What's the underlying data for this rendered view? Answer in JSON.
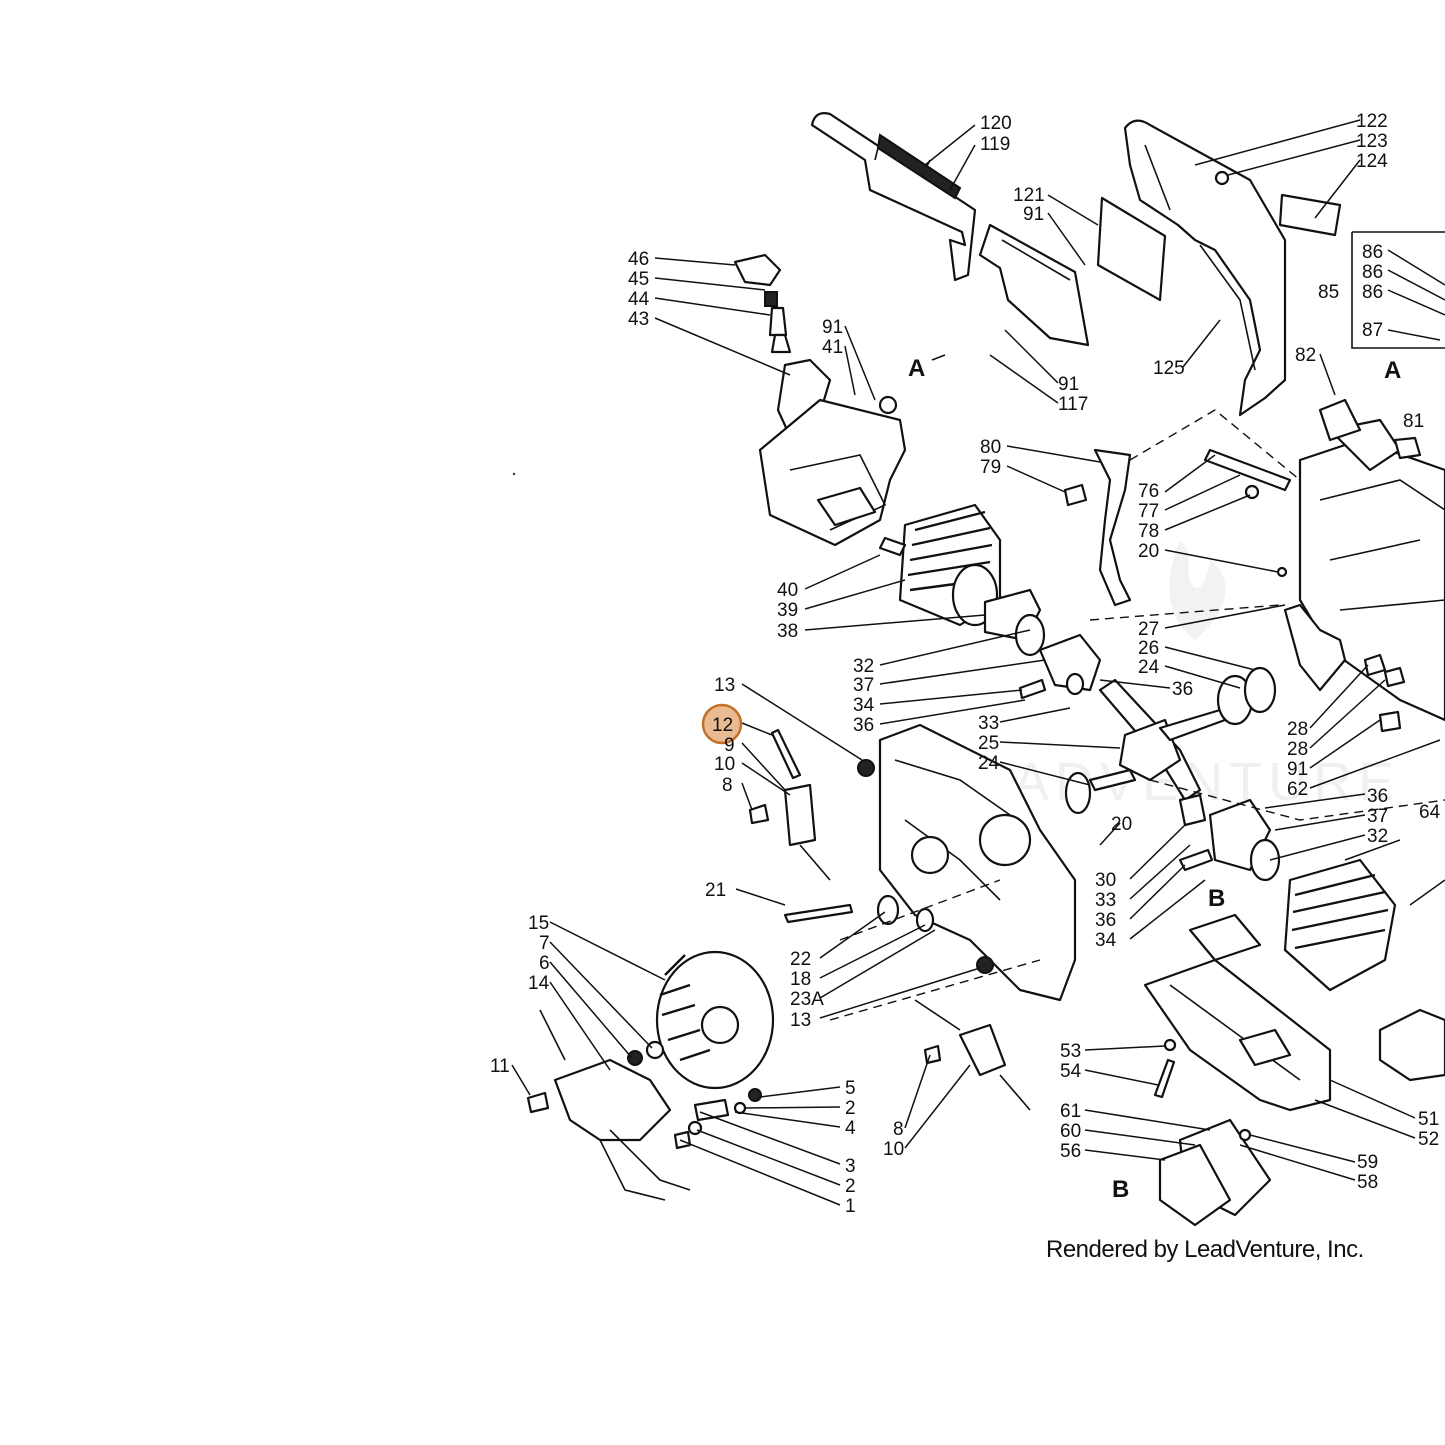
{
  "diagram": {
    "section_labels": [
      "A",
      "A",
      "B",
      "B"
    ],
    "highlighted_callout": "12",
    "watermark_text": "LEADVENTURE",
    "callouts": [
      "120",
      "119",
      "122",
      "123",
      "124",
      "121",
      "91",
      "86",
      "86",
      "85",
      "86",
      "87",
      "46",
      "45",
      "44",
      "43",
      "91",
      "41",
      "A",
      "91",
      "117",
      "125",
      "82",
      "A",
      "81",
      "80",
      "79",
      "76",
      "77",
      "78",
      "20",
      "40",
      "39",
      "38",
      "27",
      "26",
      "24",
      "32",
      "37",
      "34",
      "36",
      "36",
      "13",
      "12",
      "9",
      "10",
      "8",
      "33",
      "25",
      "24",
      "28",
      "28",
      "91",
      "62",
      "36",
      "64",
      "37",
      "32",
      "20",
      "30",
      "33",
      "36",
      "34",
      "21",
      "15",
      "7",
      "6",
      "14",
      "11",
      "22",
      "18",
      "23A",
      "13",
      "B",
      "5",
      "2",
      "4",
      "3",
      "2",
      "1",
      "8",
      "10",
      "53",
      "54",
      "61",
      "60",
      "56",
      "B",
      "59",
      "58",
      "51",
      "52"
    ],
    "credit": "Rendered by LeadVenture, Inc."
  }
}
